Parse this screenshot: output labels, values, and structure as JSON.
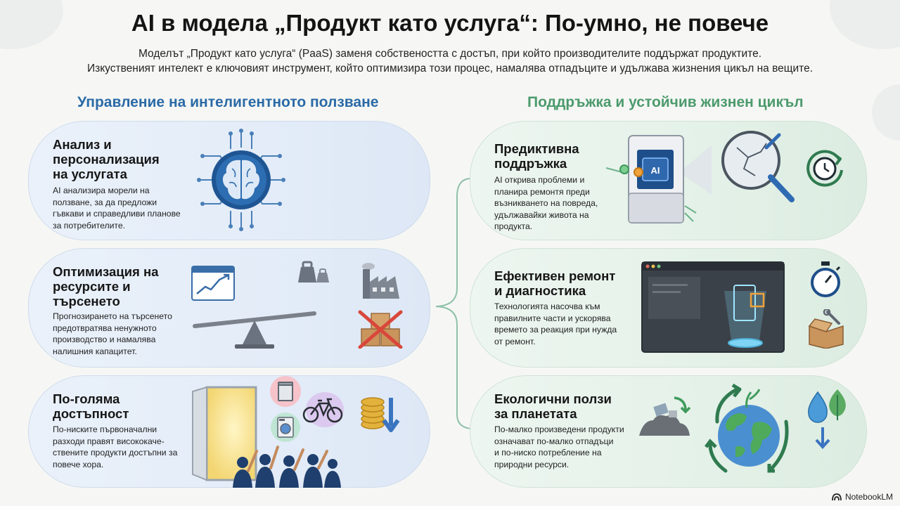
{
  "header": {
    "title": "AI в модела „Продукт като услуга“: По-умно, не повече",
    "subtitle_line1": "Моделът „Продукт като услуга“ (PaaS) заменя собствеността с достъп, при който производителите поддържат продуктите.",
    "subtitle_line2": "Изкуственият интелект е ключовият инструмент, който оптимизира този процес, намалява отпадъците и удължава жизнения цикъл на вещите."
  },
  "columns": {
    "left_title": "Управление на интелигентното ползване",
    "right_title": "Поддръжка и устойчив жизнен цикъл"
  },
  "left_cards": [
    {
      "title_lines": [
        "Анализ и",
        "персонализация",
        "на услугата"
      ],
      "desc_lines": [
        "AI анализира морели на",
        "ползване, за да предложи",
        "гъвкави и справедливи планове",
        "за потребителите."
      ],
      "icons": [
        "brain-circuit-icon"
      ]
    },
    {
      "title_lines": [
        "Оптимизация на",
        "ресурсите и",
        "търсенето"
      ],
      "desc_lines": [
        "Прогнозирането на търсенето",
        "предотвратява ненужното",
        "производство и намалява",
        "налишния капацитет."
      ],
      "icons": [
        "growth-chart-icon",
        "weights-icon",
        "balance-scale-icon",
        "factory-icon",
        "crossed-boxes-icon"
      ]
    },
    {
      "title_lines": [
        "По-голяма",
        "достъпност"
      ],
      "desc_lines": [
        "По-ниските първоначални",
        "разходи правят висококаче-",
        "ствените продукти достъпни за",
        "повече хора."
      ],
      "icons": [
        "open-door-icon",
        "dishwasher-icon",
        "washing-machine-icon",
        "bicycle-icon",
        "coins-down-icon",
        "people-icon"
      ]
    }
  ],
  "right_cards": [
    {
      "title_lines": [
        "Предиктивна",
        "поддръжка"
      ],
      "desc_lines": [
        "AI открива проблеми и",
        "планира ремонтя преди",
        "възникването на повреда,",
        "удължавайки живота на",
        "продукта."
      ],
      "chip_label": "AI",
      "icons": [
        "ai-machine-icon",
        "magnifier-crack-icon",
        "clock-refresh-icon"
      ]
    },
    {
      "title_lines": [
        "Ефективен ремонт",
        "и диагностика"
      ],
      "desc_lines": [
        "Технологията насочва към",
        "правилните части и ускорява",
        "времето за реакция при нужда",
        "от ремонт."
      ],
      "icons": [
        "diagnostic-screen-icon",
        "hologram-icon",
        "stopwatch-icon",
        "toolbox-icon"
      ]
    },
    {
      "title_lines": [
        "Екологични ползи",
        "за планетата"
      ],
      "desc_lines": [
        "По-малко произведени продукти",
        "означават по-малко отпадъци",
        "и по-ниско потребление на",
        "природни ресурси."
      ],
      "icons": [
        "waste-pile-icon",
        "recycling-globe-icon",
        "water-drop-icon",
        "leaf-icon"
      ]
    }
  ],
  "footer": {
    "brand": "NotebookLM"
  },
  "colors": {
    "left_accent": "#2b6aa6",
    "right_accent": "#4c9a6d",
    "connector": "#8fc1a8"
  }
}
